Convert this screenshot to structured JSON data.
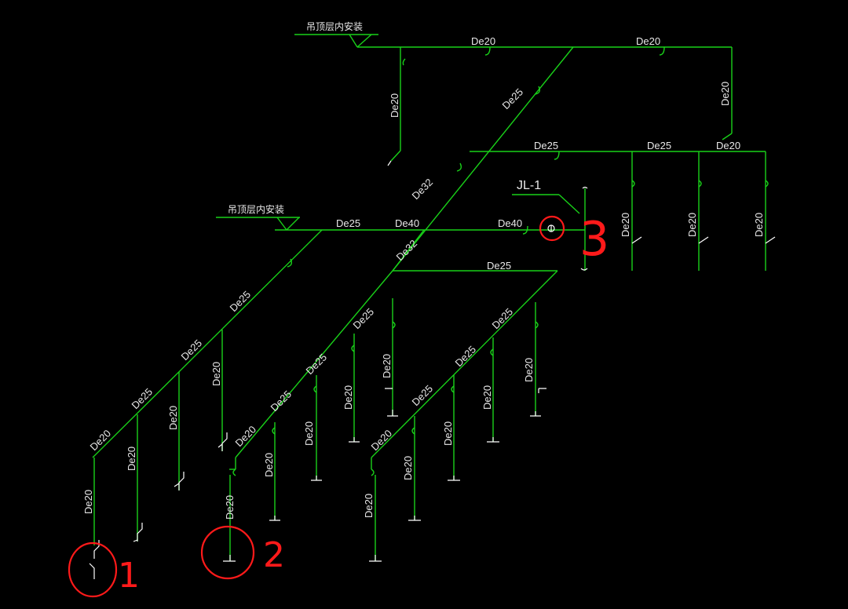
{
  "notes": {
    "ceiling_install": "吊顶层内安装"
  },
  "riser": {
    "label": "JL-1"
  },
  "sizes": {
    "de20": "De20",
    "de25": "De25",
    "de32": "De32",
    "de40": "De40"
  },
  "markers": {
    "m1": "1",
    "m2": "2",
    "m3": "3"
  },
  "colors": {
    "pipe": "#19d119",
    "fixture": "#ffffff",
    "markup": "#ff1a1a",
    "background": "#000000"
  }
}
